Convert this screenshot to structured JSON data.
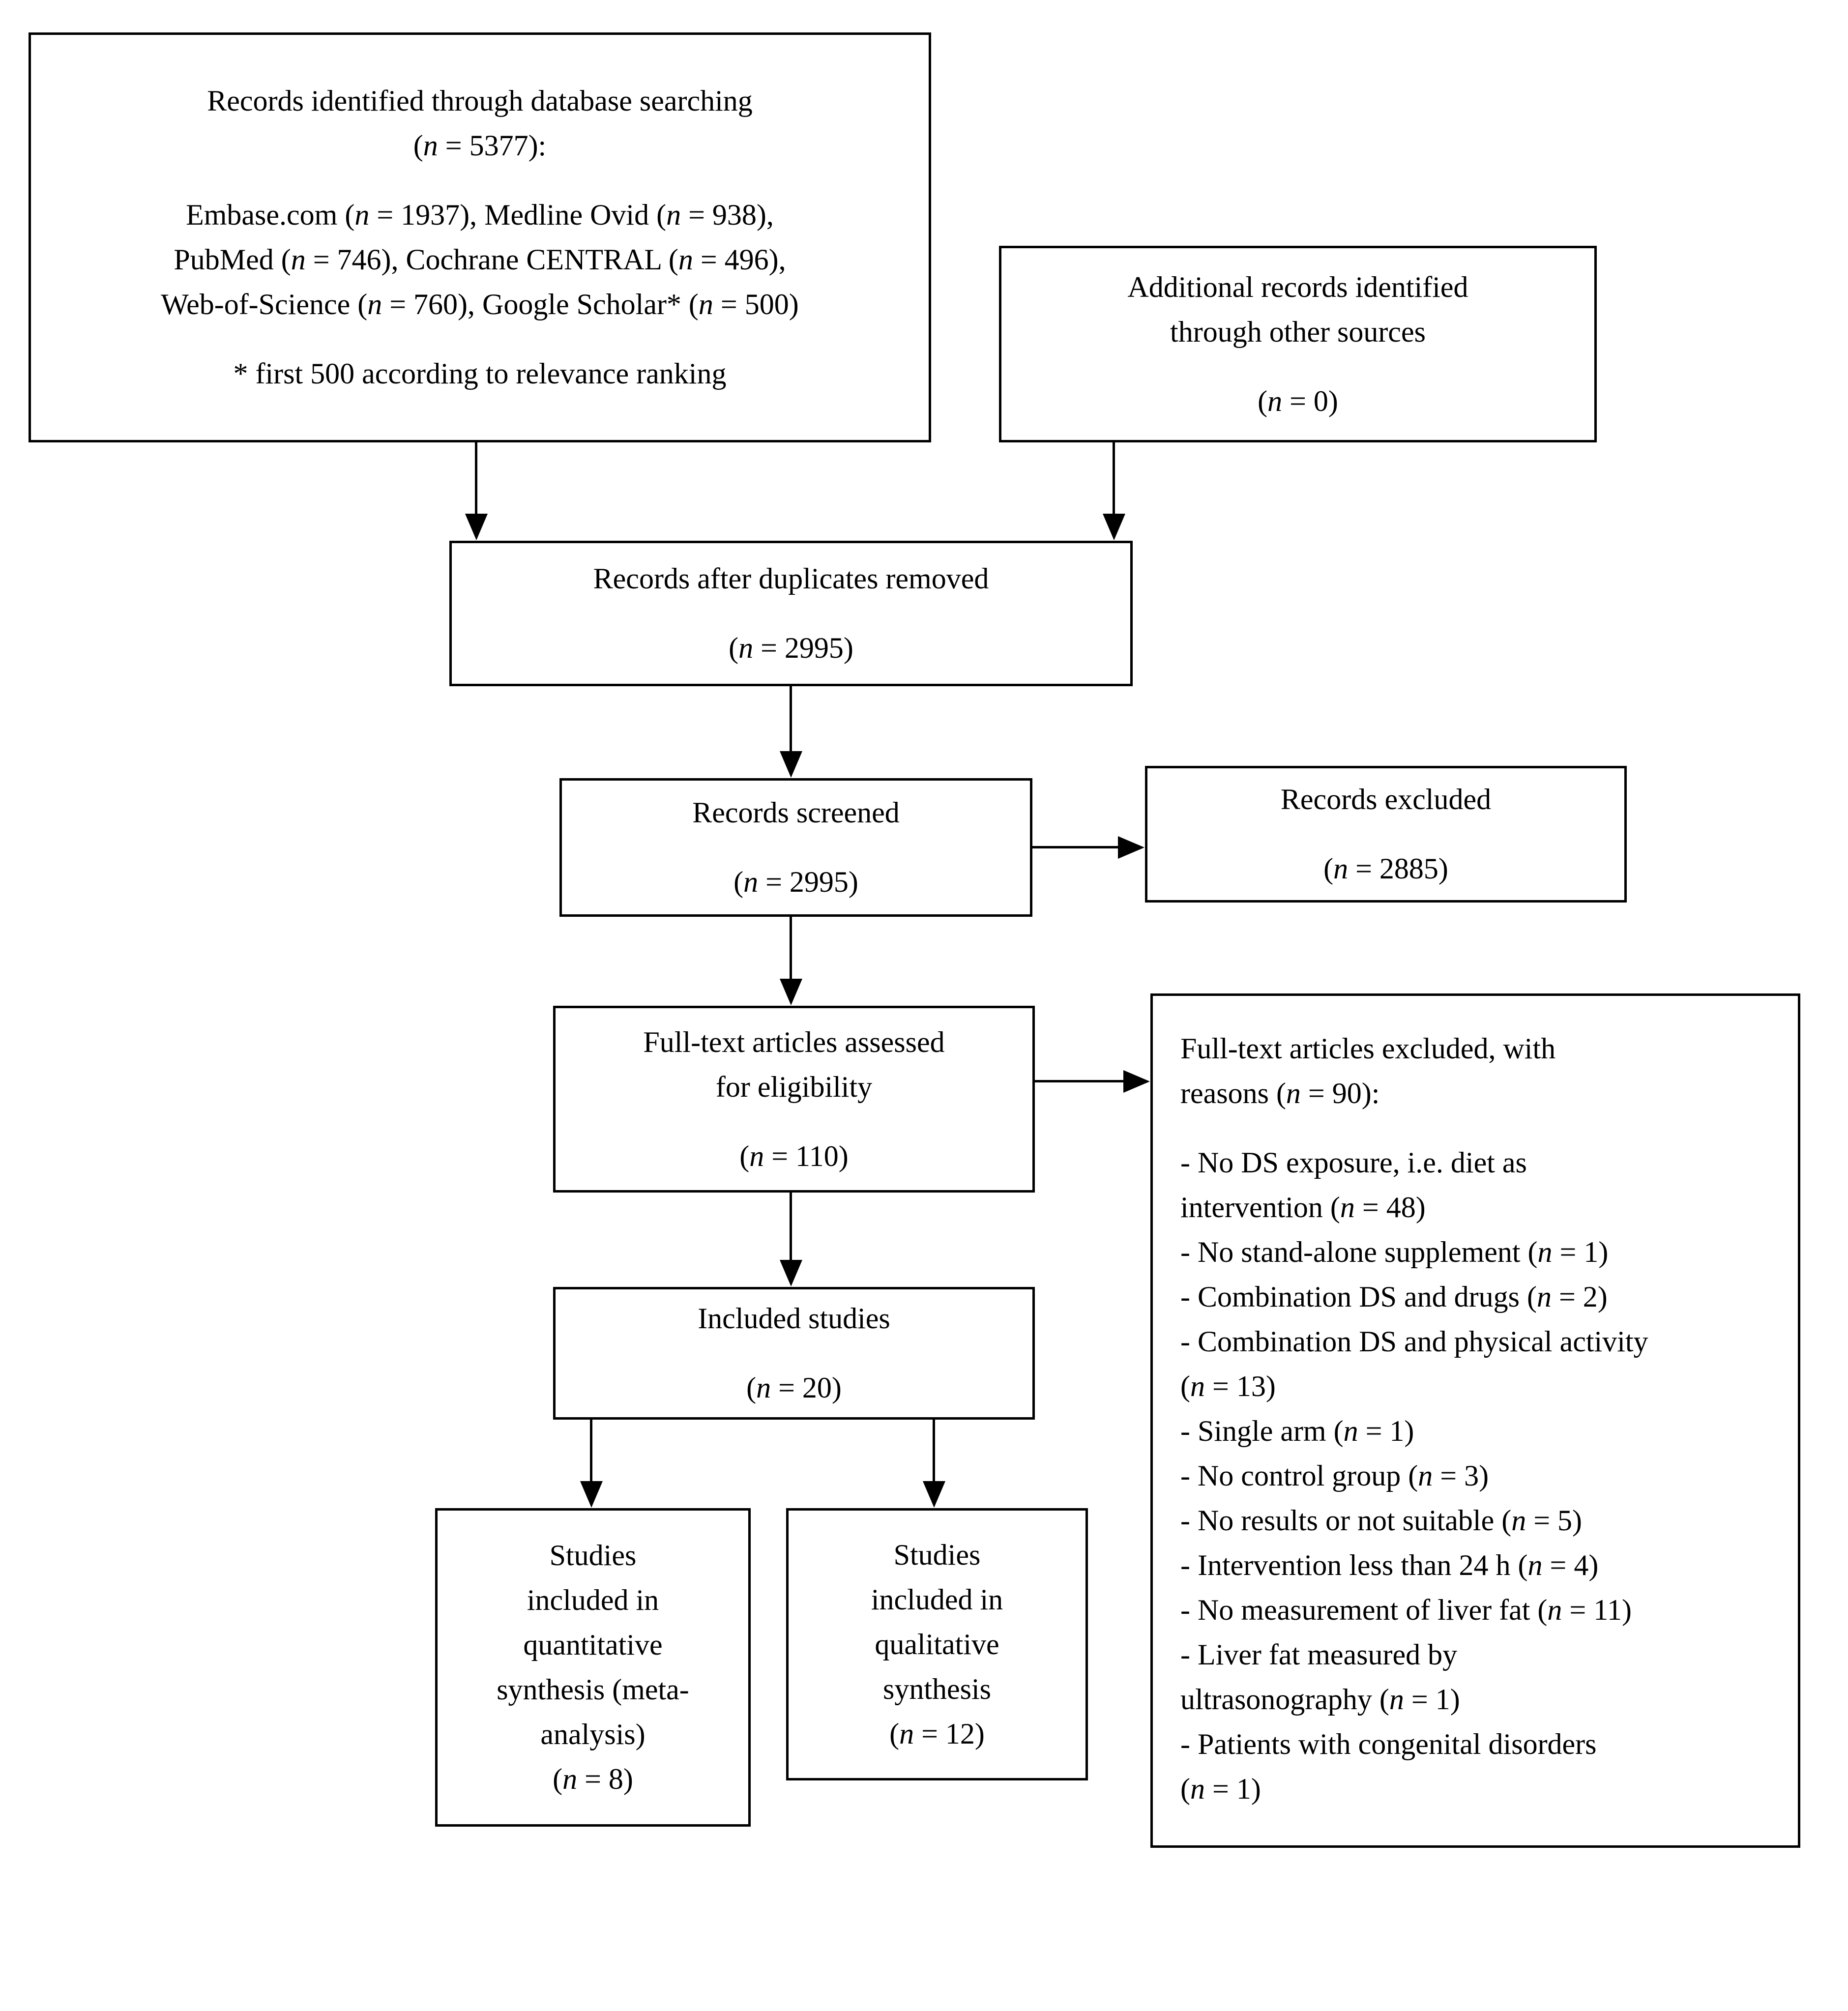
{
  "figure": {
    "kind": "PRISMA flow diagram",
    "colors": {
      "background": "#ffffff",
      "box_border": "#000000",
      "text": "#000000",
      "arrow": "#000000"
    }
  },
  "boxes": {
    "identification": {
      "paragraphs": [
        [
          "Records identified through database searching",
          "(n = 5377):"
        ],
        [
          "Embase.com (n = 1937), Medline Ovid (n = 938),",
          "PubMed (n = 746), Cochrane CENTRAL (n = 496),",
          "Web-of-Science (n = 760), Google Scholar* (n = 500)"
        ],
        [
          "* first 500 according to relevance ranking"
        ]
      ]
    },
    "other_sources": {
      "paragraphs": [
        [
          "Additional records identified",
          "through other sources"
        ],
        [
          "(n = 0)"
        ]
      ]
    },
    "after_duplicates": {
      "paragraphs": [
        [
          "Records after duplicates removed"
        ],
        [
          "(n = 2995)"
        ]
      ]
    },
    "screened": {
      "paragraphs": [
        [
          "Records screened"
        ],
        [
          "(n = 2995)"
        ]
      ]
    },
    "records_excluded": {
      "paragraphs": [
        [
          "Records excluded"
        ],
        [
          "(n = 2885)"
        ]
      ]
    },
    "fulltext_assessed": {
      "paragraphs": [
        [
          "Full-text articles assessed",
          "for eligibility"
        ],
        [
          "(n = 110)"
        ]
      ]
    },
    "fulltext_excluded": {
      "paragraphs": [
        [
          "Full-text articles excluded, with",
          "reasons (n = 90):"
        ],
        [
          "- No DS exposure, i.e. diet as",
          "intervention (n = 48)",
          "- No stand-alone supplement (n = 1)",
          "- Combination DS and drugs (n = 2)",
          "- Combination DS and physical activity",
          "(n = 13)",
          "- Single arm (n = 1)",
          "- No control group (n = 3)",
          "- No results or not suitable (n = 5)",
          "- Intervention less than 24 h (n = 4)",
          "- No measurement of liver fat (n = 11)",
          "- Liver fat measured by",
          "ultrasonography (n = 1)",
          "- Patients with congenital disorders",
          "(n = 1)"
        ]
      ]
    },
    "included_studies": {
      "paragraphs": [
        [
          "Included studies"
        ],
        [
          "(n = 20)"
        ]
      ]
    },
    "quantitative": {
      "paragraphs": [
        [
          "Studies",
          "included in",
          "quantitative",
          "synthesis (meta-",
          "analysis)",
          "(n = 8)"
        ]
      ]
    },
    "qualitative": {
      "paragraphs": [
        [
          "Studies",
          "included in",
          "qualitative",
          "synthesis",
          "(n = 12)"
        ]
      ]
    }
  },
  "flow": [
    {
      "from": "identification",
      "to": "after_duplicates"
    },
    {
      "from": "other_sources",
      "to": "after_duplicates"
    },
    {
      "from": "after_duplicates",
      "to": "screened"
    },
    {
      "from": "screened",
      "to": "records_excluded"
    },
    {
      "from": "screened",
      "to": "fulltext_assessed"
    },
    {
      "from": "fulltext_assessed",
      "to": "fulltext_excluded"
    },
    {
      "from": "fulltext_assessed",
      "to": "included_studies"
    },
    {
      "from": "included_studies",
      "to": "quantitative"
    },
    {
      "from": "included_studies",
      "to": "qualitative"
    }
  ]
}
